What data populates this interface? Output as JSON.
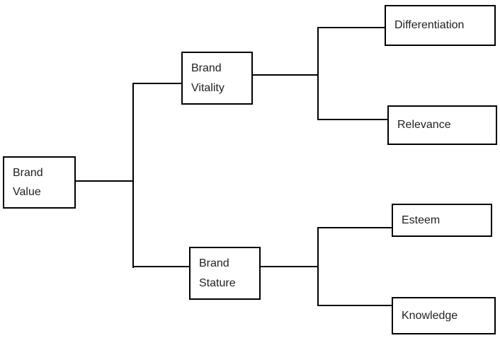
{
  "diagram": {
    "type": "tree",
    "orientation": "left-to-right",
    "nodes": [
      {
        "id": "brand-value",
        "label": "Brand Value",
        "level": 1
      },
      {
        "id": "brand-vitality",
        "label": "Brand Vitality",
        "level": 2
      },
      {
        "id": "brand-stature",
        "label": "Brand Stature",
        "level": 2
      },
      {
        "id": "differentiation",
        "label": "Differentiation",
        "level": 3
      },
      {
        "id": "relevance",
        "label": "Relevance",
        "level": 3
      },
      {
        "id": "esteem",
        "label": "Esteem",
        "level": 3
      },
      {
        "id": "knowledge",
        "label": "Knowledge",
        "level": 3
      }
    ],
    "edges": [
      {
        "from": "Brand Value",
        "to": "Brand Vitality"
      },
      {
        "from": "Brand Value",
        "to": "Brand Stature"
      },
      {
        "from": "Brand Vitality",
        "to": "Differentiation"
      },
      {
        "from": "Brand Vitality",
        "to": "Relevance"
      },
      {
        "from": "Brand Stature",
        "to": "Esteem"
      },
      {
        "from": "Brand Stature",
        "to": "Knowledge"
      }
    ],
    "colors": {
      "background": "#ffffff",
      "line": "#000000",
      "text": "#1f1f1f",
      "node_fill": "#ffffff"
    }
  }
}
